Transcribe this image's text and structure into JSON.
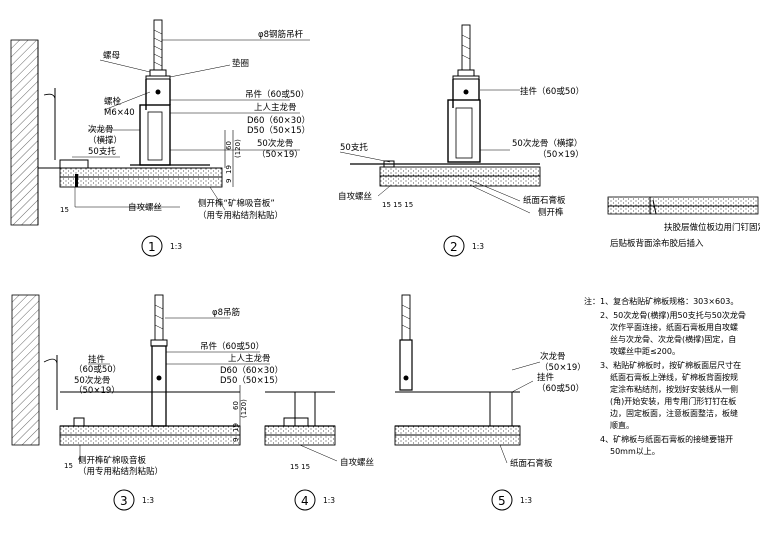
{
  "detail1": {
    "rod": "φ8钢筋吊杆",
    "nut": "螺母",
    "washer": "垫圈",
    "bolt": "螺栓",
    "bolt_size": "M6×40",
    "hanger": "吊件（60或50）",
    "main_keel": "上人主龙骨",
    "d60": "D60（60×30）",
    "d50": "D50（50×15）",
    "sec_keel_a": "次龙骨",
    "sec_keel_b": "（横撑）",
    "bracket": "50支托",
    "keel50": "50次龙骨",
    "keel50_size": "（50×19）",
    "screw": "自攻螺丝",
    "side_glue_a": "侧开榫“矿棉吸音板”",
    "side_glue_b": "（用专用粘结剂粘贴）",
    "dim_60": "60",
    "dim_120": "(120)",
    "dim_9": "9",
    "dim_19": "19",
    "dim_15": "15",
    "num": "1",
    "scale": "1:3"
  },
  "detail2": {
    "hanger": "挂件（60或50）",
    "bracket": "50支托",
    "keel_a": "50次龙骨（横撑）",
    "keel_b": "（50×19）",
    "screw": "自攻螺丝",
    "board": "纸面石膏板",
    "tenon": "侧开榫",
    "dims": "15 15 15",
    "num": "2",
    "scale": "1:3"
  },
  "detail_side": {
    "text1": "扶胶层做位板边用门钉固定",
    "text2": "后贴板背面涂布胶后插入"
  },
  "detail3": {
    "rod": "φ8吊筋",
    "hanger_a": "挂件",
    "hanger_b": "（60或50）",
    "keel_a": "50次龙骨",
    "keel_b": "（50×19）",
    "hang": "吊件（60或50）",
    "main": "上人主龙骨",
    "d60": "D60（60×30）",
    "d50": "D50（50×15）",
    "glue_a": "侧开榫矿棉吸音板",
    "glue_b": "（用专用粘结剂粘贴）",
    "dim_60": "60",
    "dim_120": "(120)",
    "dim_9": "9",
    "dim_19": "19",
    "dim_15": "15",
    "num": "3",
    "scale": "1:3"
  },
  "detail4": {
    "screw": "自攻螺丝",
    "dims": "15 15",
    "num": "4",
    "scale": "1:3"
  },
  "detail5": {
    "keel_a": "次龙骨",
    "keel_b": "（50×19）",
    "hanger_a": "挂件",
    "hanger_b": "（60或50）",
    "board": "纸面石膏板",
    "num": "5",
    "scale": "1:3"
  },
  "notes": {
    "head": "注：1、复合粘贴矿棉板规格：303×603。",
    "n2_1": "2、50次龙骨(横撑)用50支托与50次龙骨",
    "n2_2": "次作平面连接，纸面石膏板用自攻螺",
    "n2_3": "丝与次龙骨、次龙骨(横撑)固定，自",
    "n2_4": "攻螺丝中距≤200。",
    "n3_1": "3、粘贴矿棉板时，按矿棉板面层尺寸在",
    "n3_2": "纸面石膏板上弹线，矿棉板背面按规",
    "n3_3": "定涂布粘结剂，按划好安装线从一侧",
    "n3_4": "(角)开始安装，用专用门形钉钉在板",
    "n3_5": "边，固定板面，注意板面整洁，板缝",
    "n3_6": "顺直。",
    "n4_1": "4、矿棉板与纸面石膏板的接缝要错开",
    "n4_2": "50mm以上。"
  }
}
